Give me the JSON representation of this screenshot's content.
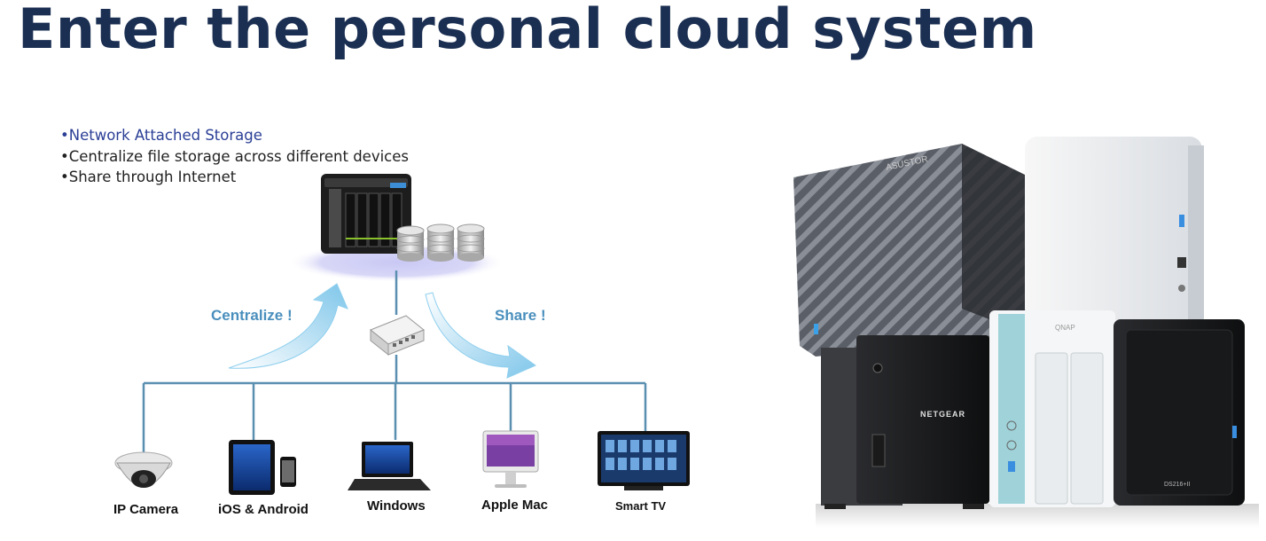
{
  "title": "Enter the personal cloud system",
  "diagram": {
    "bullets": [
      "•Network Attached Storage",
      "•Centralize file storage across different devices",
      "•Share through Internet"
    ],
    "arrow_left_label": "Centralize !",
    "arrow_right_label": "Share !",
    "devices": [
      {
        "label": "IP Camera",
        "icon": "ip-camera-icon"
      },
      {
        "label": "iOS & Android",
        "icon": "tablet-phone-icon"
      },
      {
        "label": "Windows",
        "icon": "laptop-icon"
      },
      {
        "label": "Apple Mac",
        "icon": "imac-icon"
      },
      {
        "label": "Smart TV",
        "icon": "smart-tv-icon"
      }
    ]
  },
  "photo": {
    "brands": [
      "ASUSTOR",
      "NETGEAR",
      "QNAP",
      "DS216+II"
    ]
  }
}
